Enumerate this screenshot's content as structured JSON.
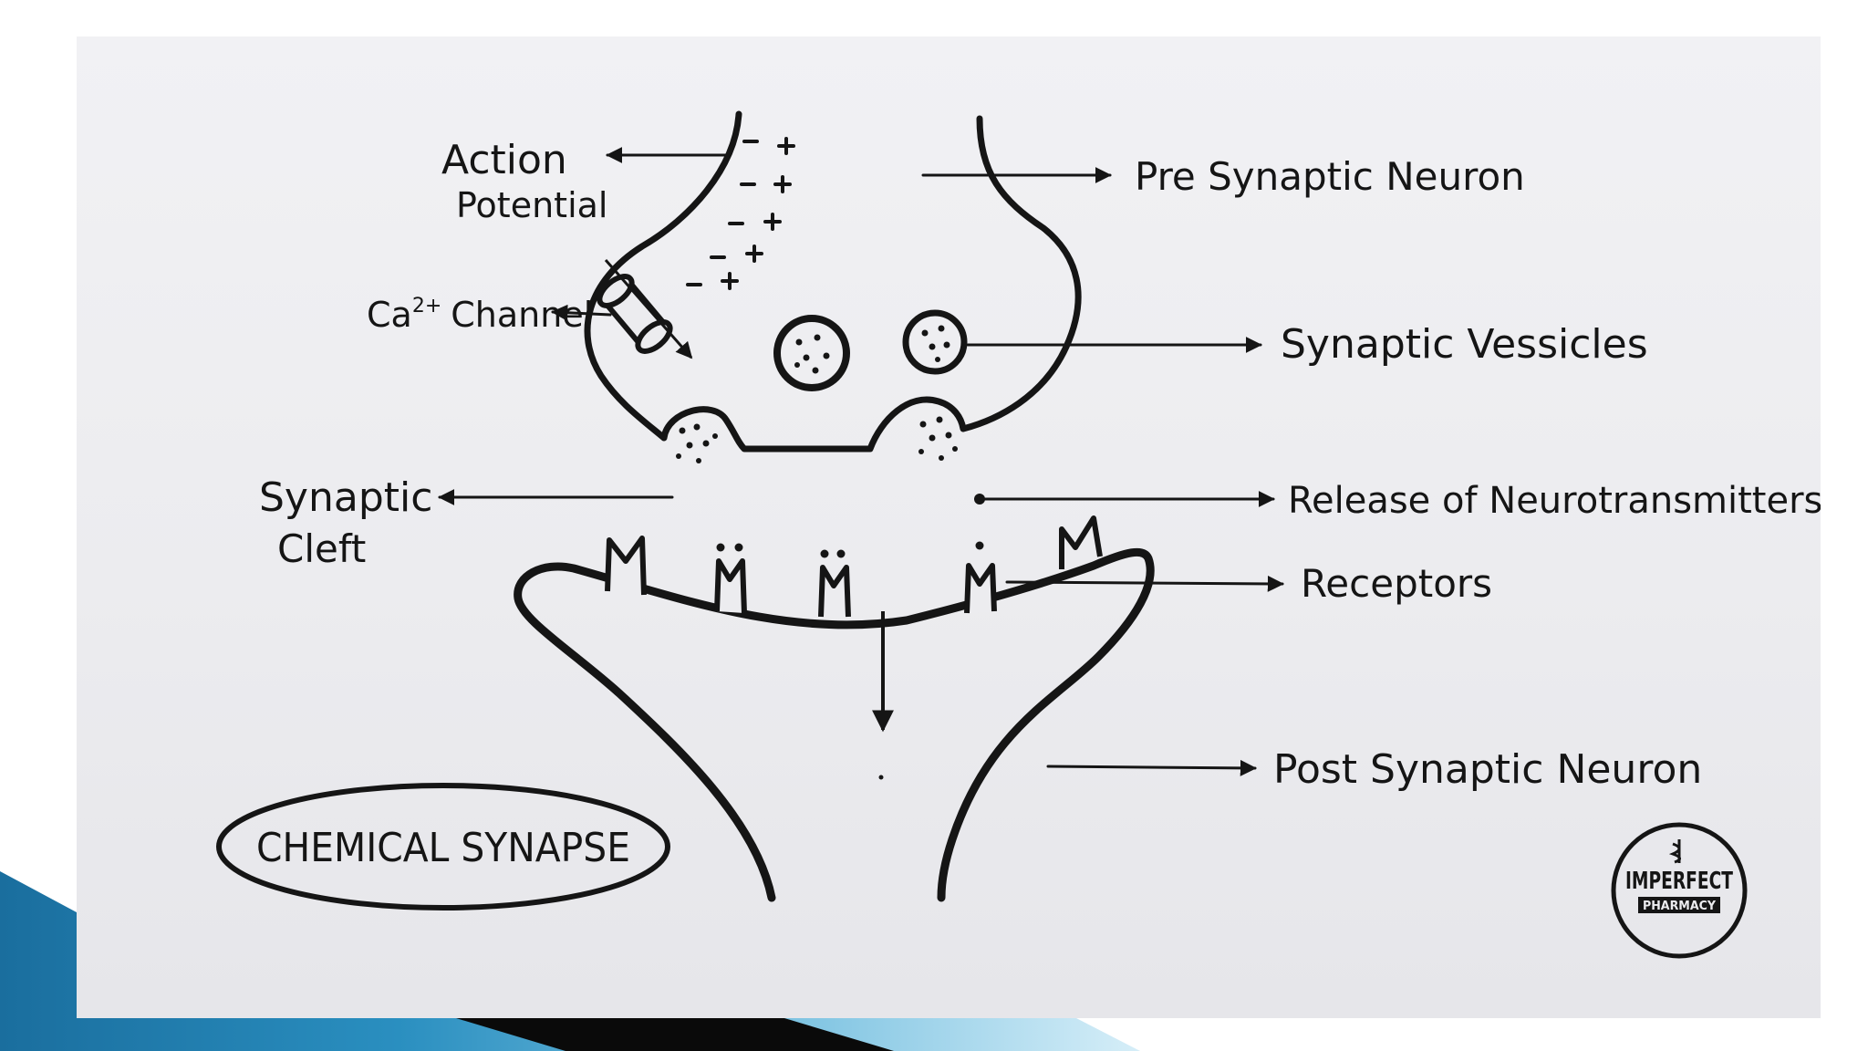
{
  "diagram": {
    "title": "CHEMICAL SYNAPSE",
    "labels": {
      "action_potential_line1": "Action",
      "action_potential_line2": "Potential",
      "ca_channel_base": "Ca",
      "ca_channel_charge": "2+",
      "ca_channel_word": "Channel",
      "pre_synaptic_neuron": "Pre Synaptic Neuron",
      "synaptic_vesicles": "Synaptic Vessicles",
      "synaptic_cleft_line1": "Synaptic",
      "synaptic_cleft_line2": "Cleft",
      "release_of_neurotransmitters": "Release of Neurotransmitters",
      "receptors": "Receptors",
      "post_synaptic_neuron": "Post Synaptic Neuron"
    },
    "membrane_charges": {
      "inside": "-",
      "outside": "+"
    },
    "logo": {
      "line1": "IMPERFECT",
      "line2": "PHARMACY"
    }
  },
  "colors": {
    "ink": "#151515",
    "paper": "#ececef",
    "slide_accent_dark": "#0a0a0a",
    "slide_accent_blue": "#2a8fc0"
  }
}
